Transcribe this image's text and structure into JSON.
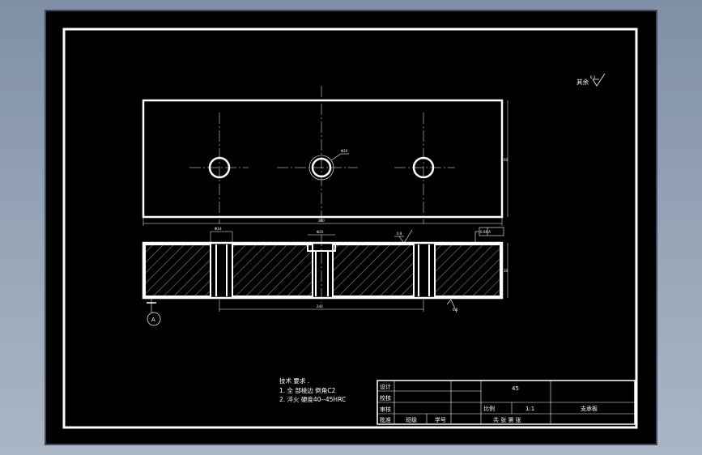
{
  "roughness_note": "其余",
  "roughness_symbol_value": "6.3",
  "dimensions": {
    "length": "300",
    "height_top": "60",
    "hole_dia": "Φ14",
    "counterbore_dia": "Φ20",
    "hole_spacing": "240",
    "thickness": "30",
    "tolerance_frame": "0.04 A",
    "roughness_top": "0.8",
    "roughness_bottom": "0.8",
    "counterbore_label": "Φ20"
  },
  "datum_label": "A",
  "tech_requirements": {
    "title": "技术 要求 .",
    "line1": "1. 全 部棱边 倒角C2",
    "line2": "2. 淬火 硬度40--45HRC"
  },
  "title_block": {
    "design": "设计",
    "check": "校核",
    "review": "审核",
    "approve": "批准",
    "part_name": "45",
    "scale_label": "比例",
    "scale_value": "1:1",
    "drawing_name": "支承板",
    "sheet_info": "共 张 第 张",
    "count_label": "班级",
    "student_no": "学号"
  }
}
